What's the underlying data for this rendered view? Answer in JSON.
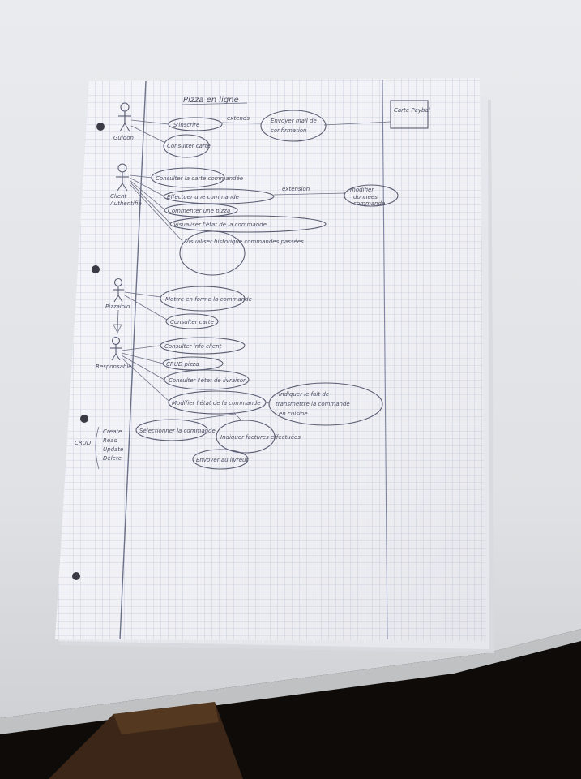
{
  "diagram": {
    "title": "Pizza en ligne",
    "external_actor": "Carte Paybal",
    "actors": [
      {
        "name": "Guidon",
        "label": "Guidon"
      },
      {
        "name": "Client",
        "label": "Client"
      },
      {
        "name": "Authentifié",
        "label": "Authentifié"
      },
      {
        "name": "Pizzaiolo",
        "label": "Pizzaiolo"
      },
      {
        "name": "Responsable",
        "label": "Responsable"
      }
    ],
    "use_cases": {
      "guest": [
        "S'inscrire",
        "Consulter carte"
      ],
      "confirmation": [
        "Envoyer mail de",
        "confirmation"
      ],
      "client": [
        "Consulter la carte commandée",
        "Effectuer une commande",
        "Commenter une pizza",
        "Visualiser l'état de la commande",
        "Visualiser historique commandes passées"
      ],
      "modify": [
        "modifier",
        "données",
        "commande"
      ],
      "pizzaiolo": [
        "Mettre en forme la commande",
        "Consulter carte"
      ],
      "responsable": [
        "Consulter info client",
        "CRUD pizza",
        "Consulter l'état de livraison",
        "Modifier l'état de la commande",
        "Sélectionner la commande",
        "Indiquer factures effectuées",
        "Envoyer au livreur"
      ],
      "note": [
        "Indiquer le fait de",
        "transmettre la commande",
        "en cuisine"
      ]
    },
    "relations": [
      "extends",
      "extension"
    ],
    "legend": {
      "key": "CRUD",
      "lines": [
        "Create",
        "Read",
        "Update",
        "Delete"
      ]
    }
  }
}
